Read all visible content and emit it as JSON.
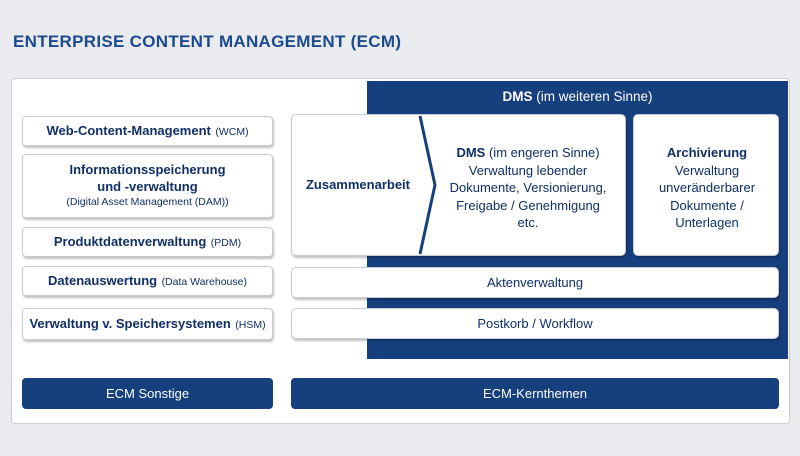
{
  "title": "ENTERPRISE CONTENT MANAGEMENT (ECM)",
  "dms_wide": {
    "bold": "DMS",
    "rest": " (im weiteren Sinne)"
  },
  "left_boxes": [
    {
      "main": "Web-Content-Management",
      "abbr": "(WCM)"
    },
    {
      "main_line1": "Informationsspeicherung",
      "main_line2": "und -verwaltung",
      "sub": "(Digital Asset Management (DAM))"
    },
    {
      "main": "Produktdatenverwaltung",
      "abbr": "(PDM)"
    },
    {
      "main": "Datenauswertung",
      "abbr": "(Data Warehouse)"
    },
    {
      "main": "Verwaltung v. Speichersystemen",
      "abbr": "(HSM)"
    }
  ],
  "core": {
    "collaboration": "Zusammenarbeit",
    "dms_narrow": {
      "head_bold": "DMS",
      "head_rest": " (im engeren Sinne)",
      "lines": [
        "Verwaltung lebender",
        "Dokumente, Versionierung,",
        "Freigabe / Genehmigung",
        "etc."
      ]
    },
    "archiving": {
      "head": "Archivierung",
      "lines": [
        "Verwaltung",
        "unveränderbarer",
        "Dokumente /",
        "Unterlagen"
      ]
    },
    "records": "Aktenverwaltung",
    "workflow": "Postkorb / Workflow"
  },
  "footer": {
    "other": "ECM Sonstige",
    "core_topics": "ECM-Kernthemen"
  },
  "colors": {
    "navy": "#163f7e",
    "text": "#0f2f66",
    "title": "#1c4a8e"
  }
}
